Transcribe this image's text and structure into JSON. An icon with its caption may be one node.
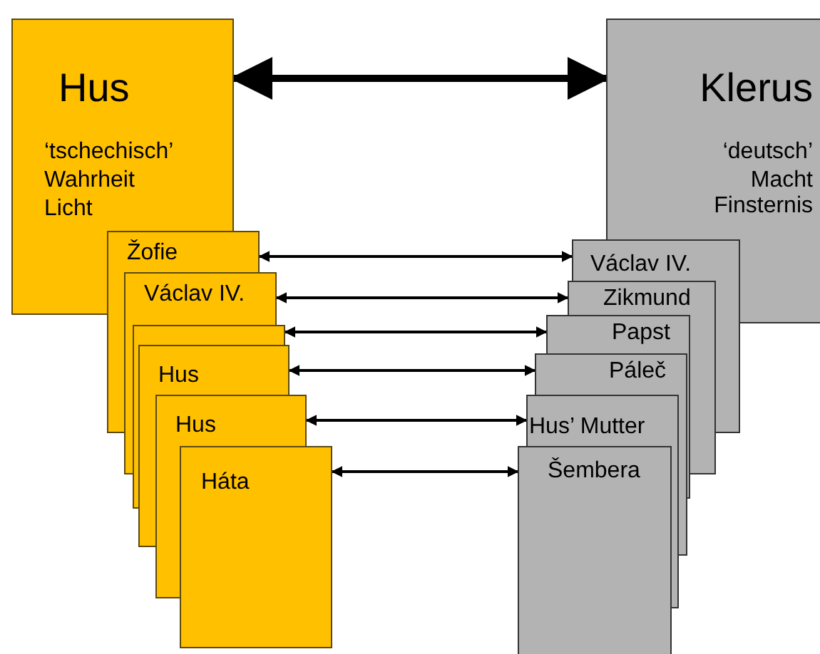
{
  "diagram": {
    "nodes": [
      {
        "text": [
          "Hus",
          "‘tschechisch’",
          "Wahrheit",
          "Licht"
        ]
      },
      {
        "text": [
          "Klerus",
          "‘deutsch’",
          "Macht",
          "Finsternis"
        ]
      },
      {
        "text": [
          "Žofie"
        ]
      },
      {
        "text": [
          "Václav IV."
        ]
      },
      {
        "text": [],
        "shape": "box"
      },
      {
        "text": [
          "Hus"
        ]
      },
      {
        "text": [
          "Hus"
        ]
      },
      {
        "text": [
          "Háta"
        ]
      },
      {
        "text": [
          "Václav IV."
        ]
      },
      {
        "text": [
          "Zikmund"
        ]
      },
      {
        "text": [
          "Papst"
        ]
      },
      {
        "text": [
          "Páleč"
        ]
      },
      {
        "text": [
          "Hus’ Mutter"
        ]
      },
      {
        "text": [
          "Šembera"
        ]
      }
    ],
    "edges": [
      {
        "from": 0,
        "to": 1,
        "arrow": "both",
        "style": "thick"
      },
      {
        "from": 2,
        "to": 8,
        "arrow": "both"
      },
      {
        "from": 3,
        "to": 9,
        "arrow": "both"
      },
      {
        "from": 4,
        "to": 10,
        "arrow": "both"
      },
      {
        "from": 5,
        "to": 11,
        "arrow": "both"
      },
      {
        "from": 6,
        "to": 12,
        "arrow": "both"
      },
      {
        "from": 7,
        "to": 13,
        "arrow": "both"
      }
    ]
  }
}
